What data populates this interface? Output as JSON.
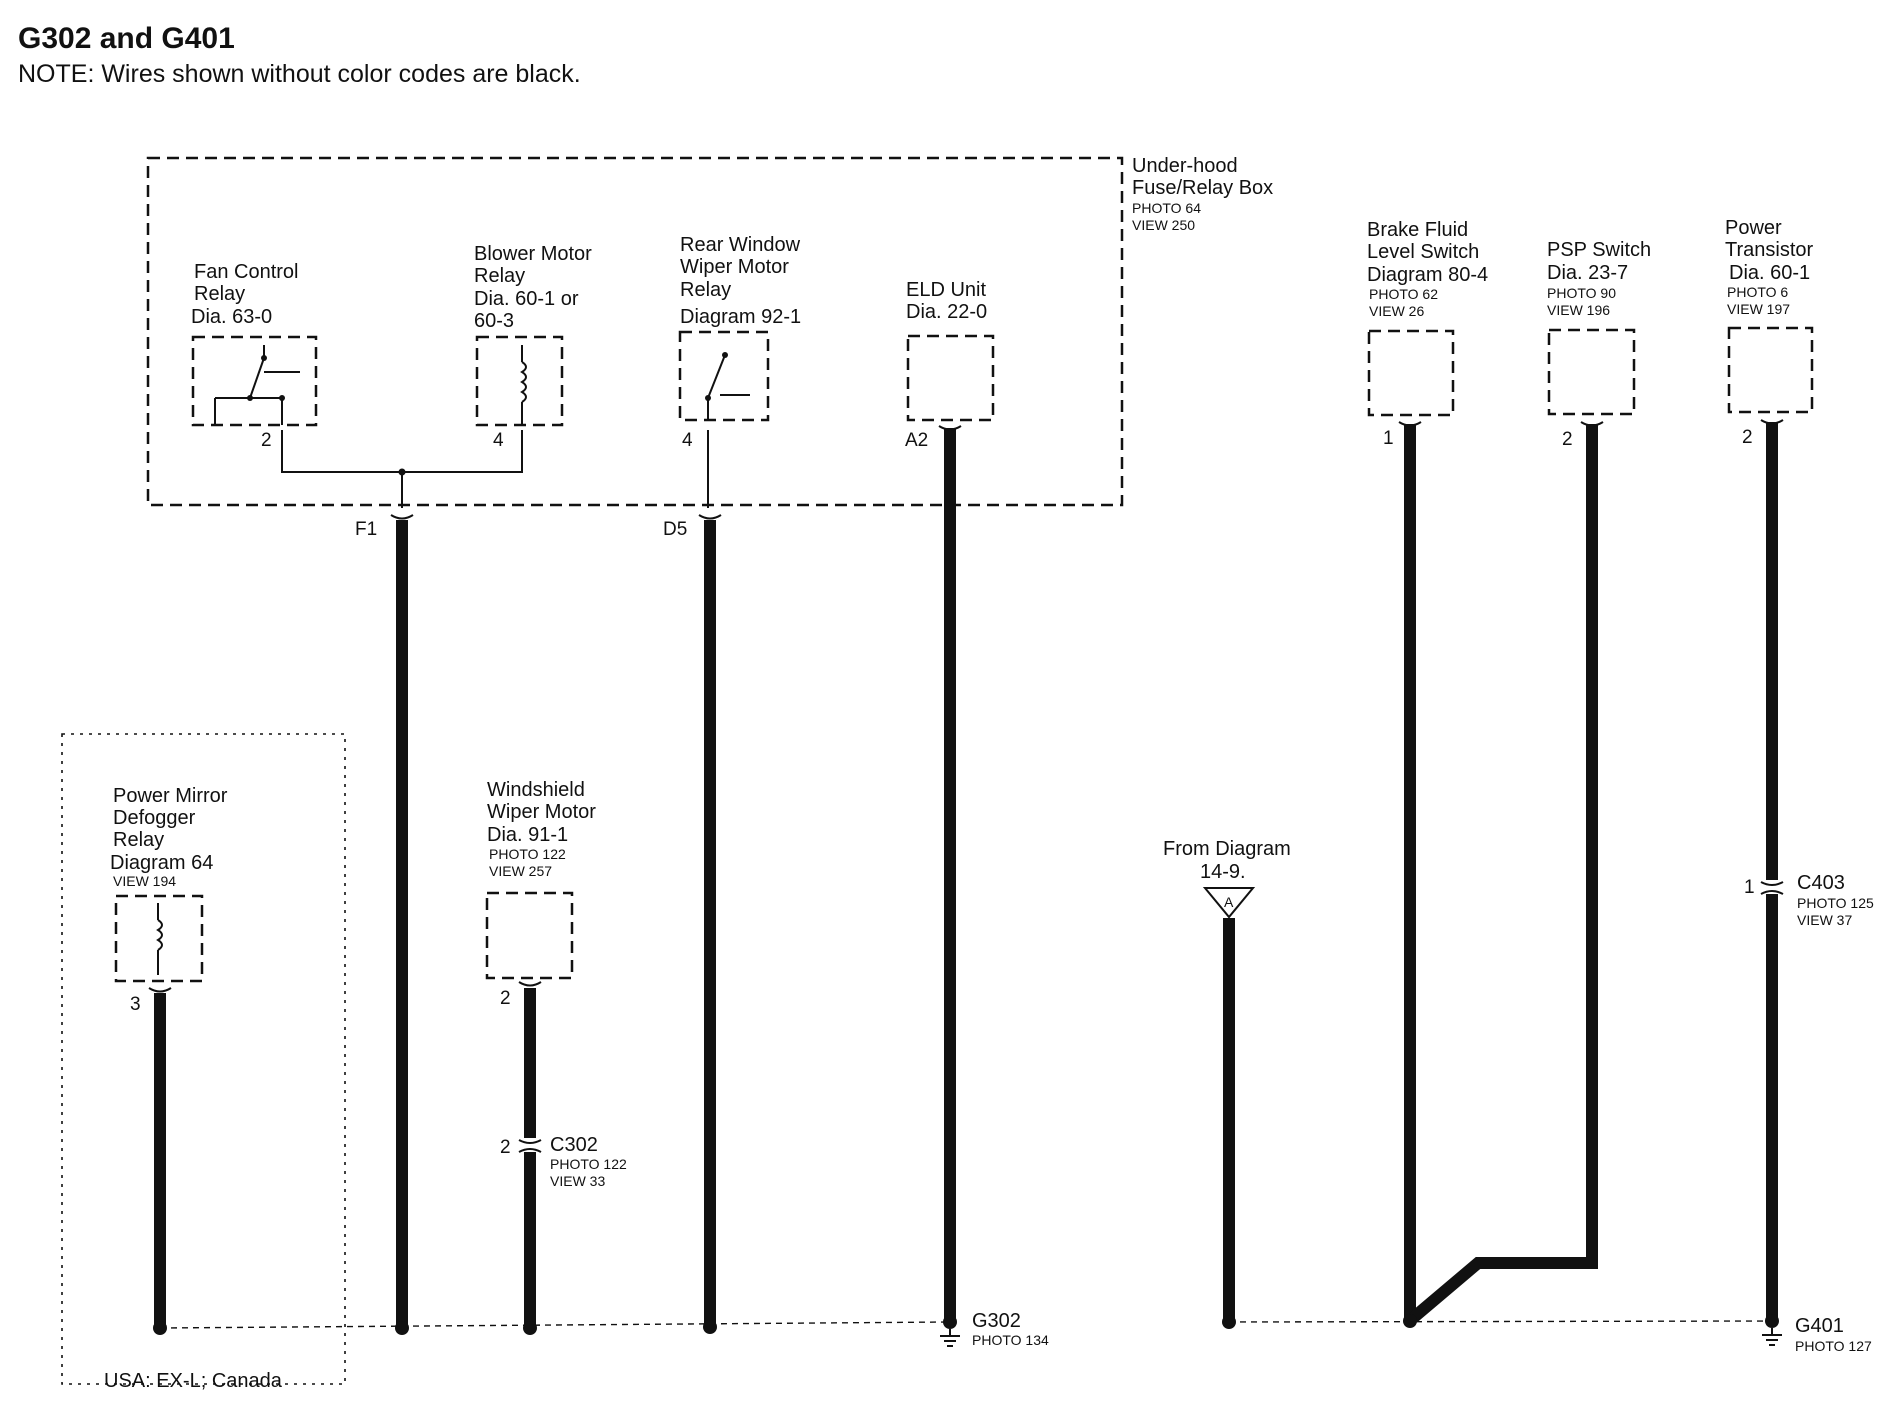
{
  "header": {
    "title": "G302 and G401",
    "note": "NOTE: Wires shown without color codes are black."
  },
  "fuse_box": {
    "name_line1": "Under-hood",
    "name_line2": "Fuse/Relay Box",
    "photo": "PHOTO 64",
    "view": "VIEW 250",
    "terminal_f1": "F1",
    "terminal_d5": "D5"
  },
  "components": {
    "fan_control_relay": {
      "line1": "Fan Control",
      "line2": "Relay",
      "line3": "Dia. 63-0",
      "pin": "2"
    },
    "blower_motor_relay": {
      "line1": "Blower Motor",
      "line2": "Relay",
      "line3": "Dia. 60-1 or",
      "line4": "60-3",
      "pin": "4"
    },
    "rear_wiper_relay": {
      "line1": "Rear Window",
      "line2": "Wiper Motor",
      "line3": "Relay",
      "line4": "Diagram 92-1",
      "pin": "4"
    },
    "eld_unit": {
      "line1": "ELD Unit",
      "line2": "Dia. 22-0",
      "pin": "A2"
    },
    "brake_fluid_switch": {
      "line1": "Brake Fluid",
      "line2": "Level Switch",
      "line3": "Diagram 80-4",
      "photo": "PHOTO 62",
      "view": "VIEW 26",
      "pin": "1"
    },
    "psp_switch": {
      "line1": "PSP Switch",
      "line2": "Dia. 23-7",
      "photo": "PHOTO 90",
      "view": "VIEW 196",
      "pin": "2"
    },
    "power_transistor": {
      "line1": "Power",
      "line2": "Transistor",
      "line3": "Dia. 60-1",
      "photo": "PHOTO 6",
      "view": "VIEW 197",
      "pin": "2"
    },
    "power_mirror_relay": {
      "line1": "Power Mirror",
      "line2": "Defogger",
      "line3": "Relay",
      "line4": "Diagram 64",
      "view": "VIEW 194",
      "pin": "3"
    },
    "windshield_wiper_motor": {
      "line1": "Windshield",
      "line2": "Wiper Motor",
      "line3": "Dia. 91-1",
      "photo": "PHOTO 122",
      "view": "VIEW 257",
      "pin": "2"
    }
  },
  "connectors": {
    "c302": {
      "name": "C302",
      "photo": "PHOTO 122",
      "view": "VIEW 33",
      "pin": "2"
    },
    "c403": {
      "name": "C403",
      "photo": "PHOTO 125",
      "view": "VIEW 37",
      "pin": "1"
    }
  },
  "from_diagram": {
    "line1": "From Diagram",
    "line2": "14-9.",
    "symbol": "A"
  },
  "grounds": {
    "g302": {
      "name": "G302",
      "photo": "PHOTO 134"
    },
    "g401": {
      "name": "G401",
      "photo": "PHOTO 127"
    }
  },
  "option_note": "USA: EX-L; Canada"
}
